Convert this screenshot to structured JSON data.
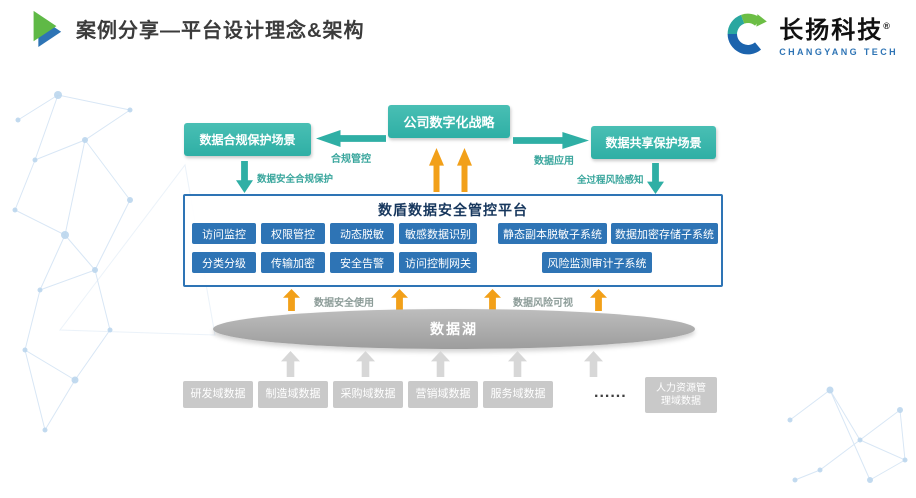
{
  "header": {
    "title": "案例分享—平台设计理念&架构"
  },
  "logo": {
    "company": "长扬科技",
    "registered": "®",
    "subtitle": "CHANGYANG TECH"
  },
  "diagram": {
    "strategy_box": "公司数字化战略",
    "left_scene_box": "数据合规保护场景",
    "right_scene_box": "数据共享保护场景",
    "label_compliance_control": "合规管控",
    "label_data_application": "数据应用",
    "label_compliance_protection": "数据安全合规保护",
    "label_risk_awareness": "全过程风险感知",
    "platform": {
      "title": "数盾数据安全管控平台",
      "row1": [
        "访问监控",
        "权限管控",
        "动态脱敏",
        "敏感数据识别",
        "静态副本脱敏子系统",
        "数据加密存储子系统"
      ],
      "row2": [
        "分类分级",
        "传输加密",
        "安全告警",
        "访问控制网关",
        "风险监测审计子系统"
      ]
    },
    "label_secure_usage": "数据安全使用",
    "label_risk_visibility": "数据风险可视",
    "data_lake": "数据湖",
    "sources": [
      "研发域数据",
      "制造域数据",
      "采购域数据",
      "营销域数据",
      "服务域数据"
    ],
    "ellipsis": "......",
    "source_hr": "人力资源管理域数据"
  },
  "colors": {
    "teal": "#2fafa5",
    "blue": "#2e74b5",
    "navy": "#17375d",
    "orange": "#f2a019",
    "gray": "#c9c9c9"
  }
}
